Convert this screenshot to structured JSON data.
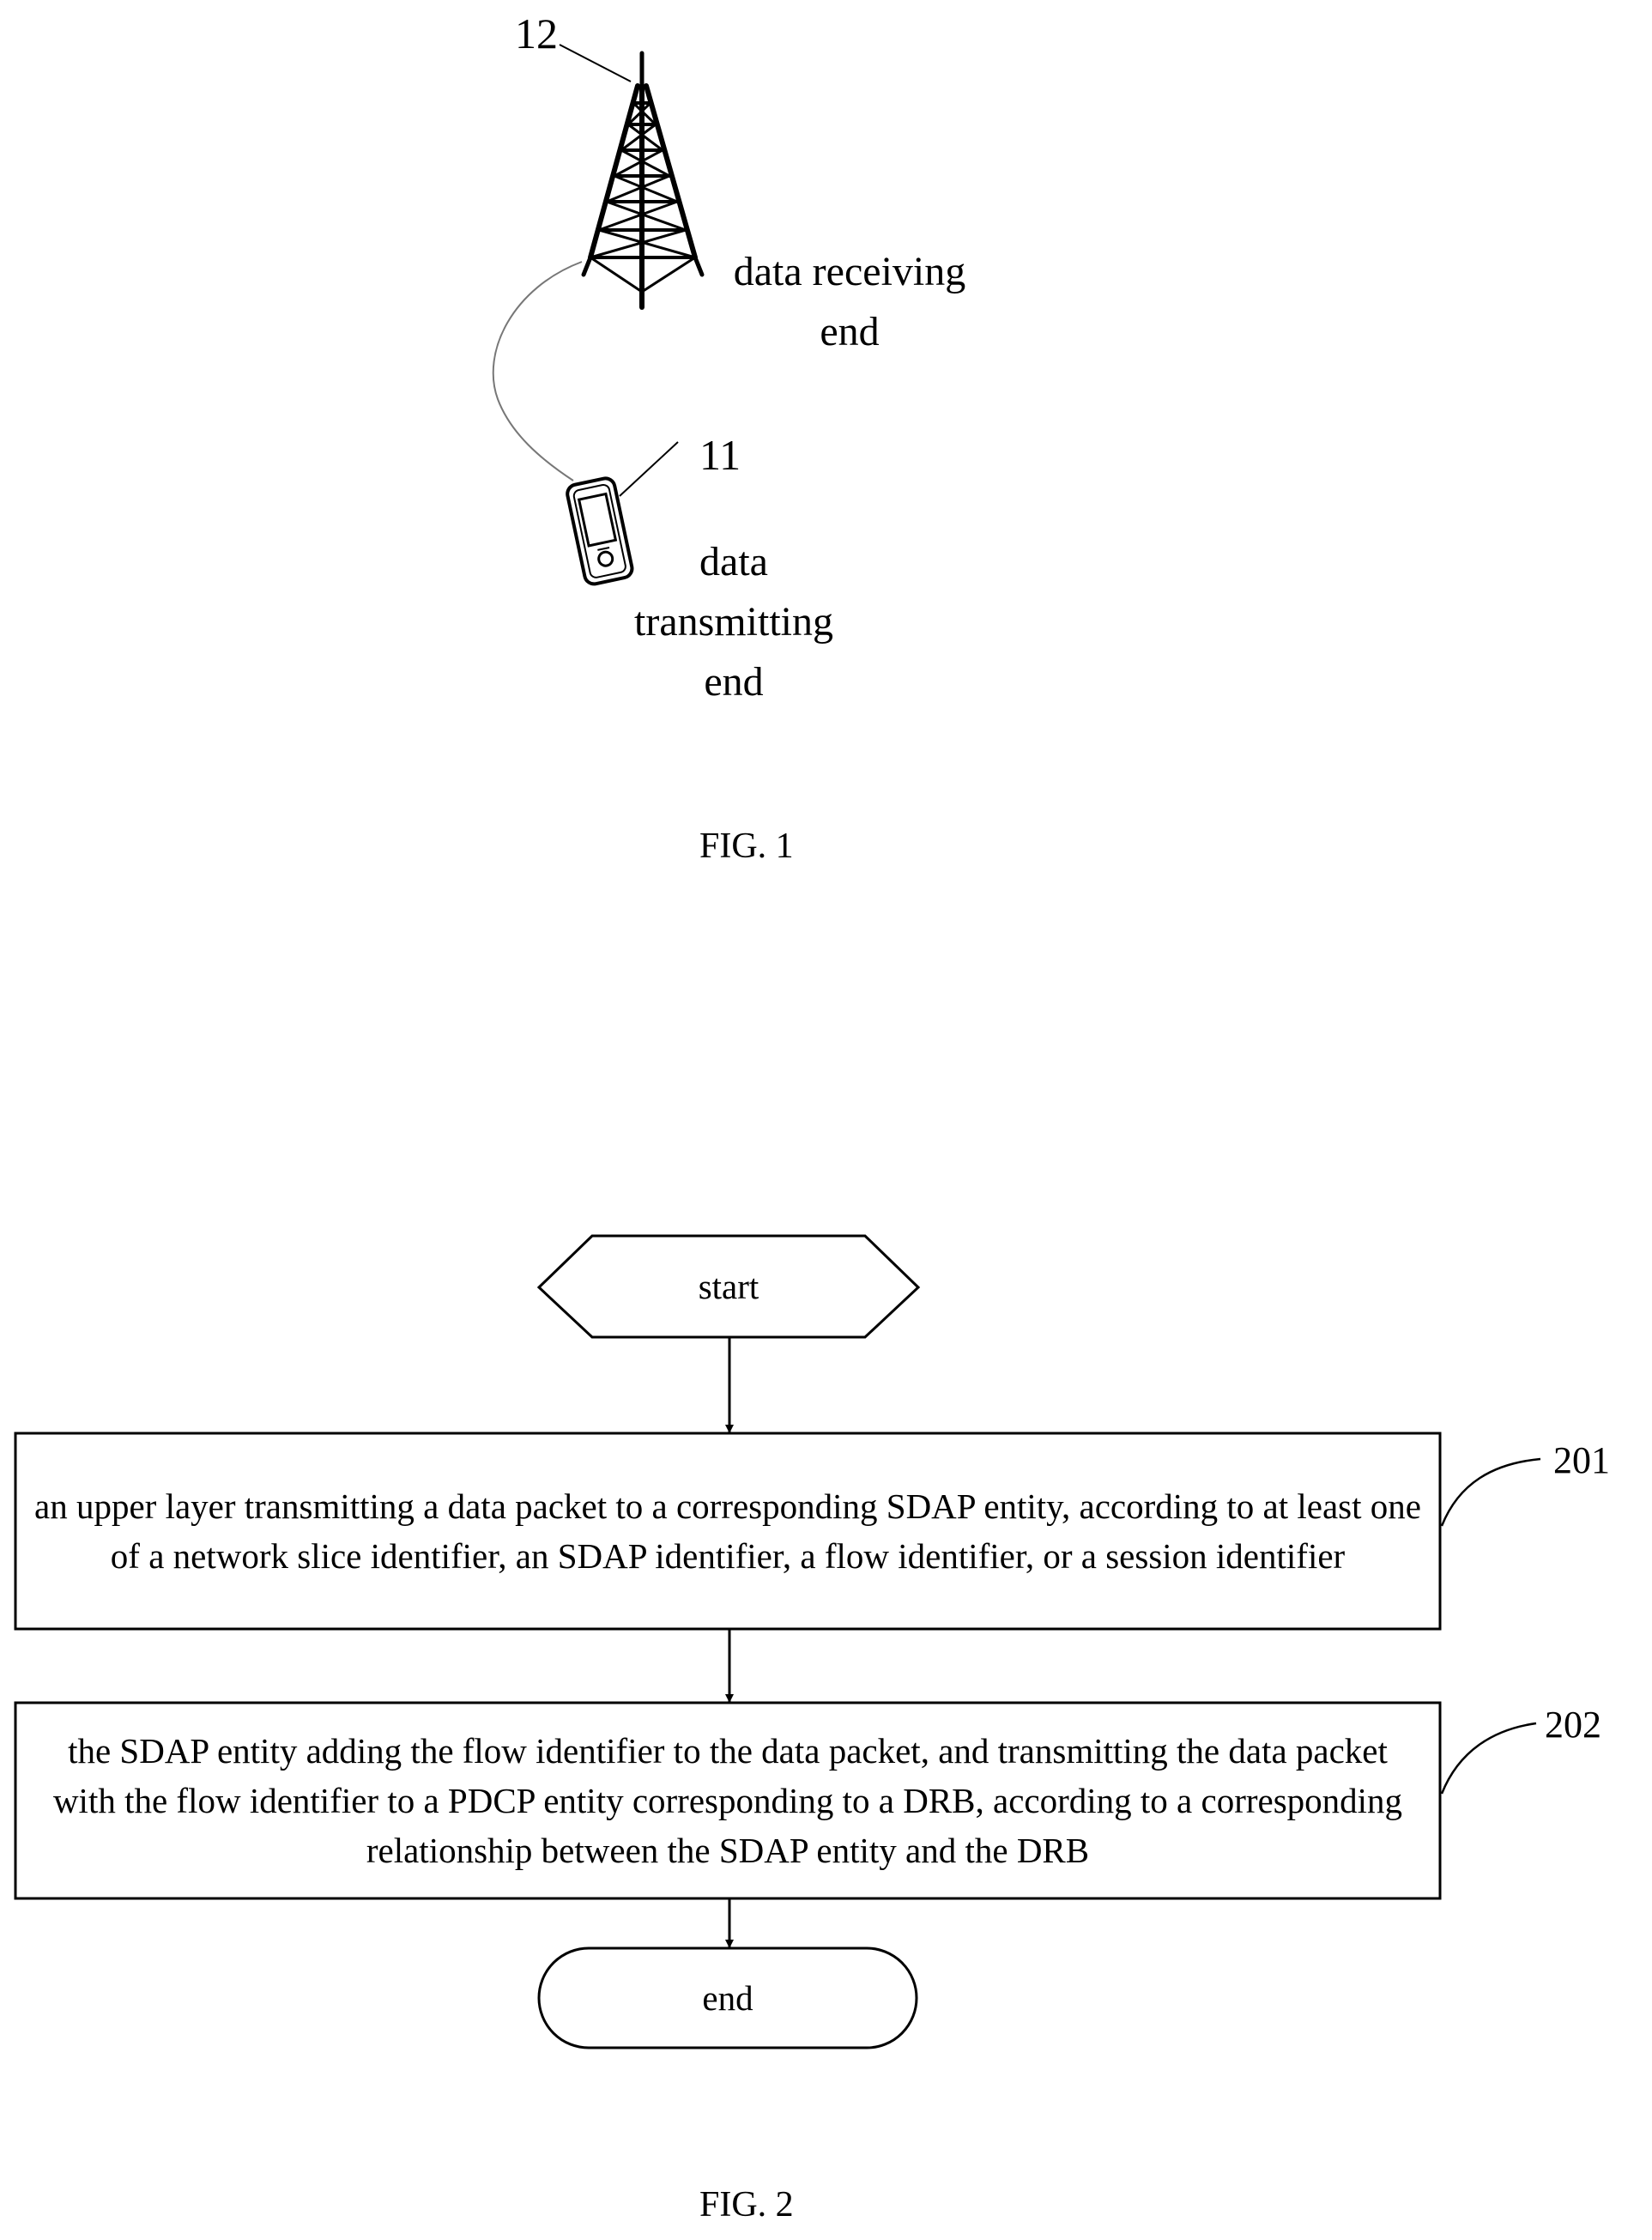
{
  "fig1": {
    "tower_ref": "12",
    "receiving_label": "data receiving end",
    "terminal_ref": "11",
    "transmitting_label": "data transmitting end",
    "caption": "FIG. 1"
  },
  "fig2": {
    "start_label": "start",
    "step1": {
      "ref": "201",
      "text": "an upper layer transmitting a data packet to a corresponding SDAP entity, according to at least one of a network slice identifier, an SDAP identifier, a flow identifier, or a session identifier"
    },
    "step2": {
      "ref": "202",
      "text": "the SDAP entity adding the flow identifier to the data packet, and transmitting the data packet with the flow identifier to a PDCP entity corresponding to a DRB, according to a corresponding relationship between the SDAP entity and the DRB"
    },
    "end_label": "end",
    "caption": "FIG. 2"
  },
  "colors": {
    "ink": "#000000",
    "link": "#777777",
    "background": "#ffffff"
  },
  "icons": [
    "antenna-tower-icon",
    "mobile-terminal-icon"
  ]
}
